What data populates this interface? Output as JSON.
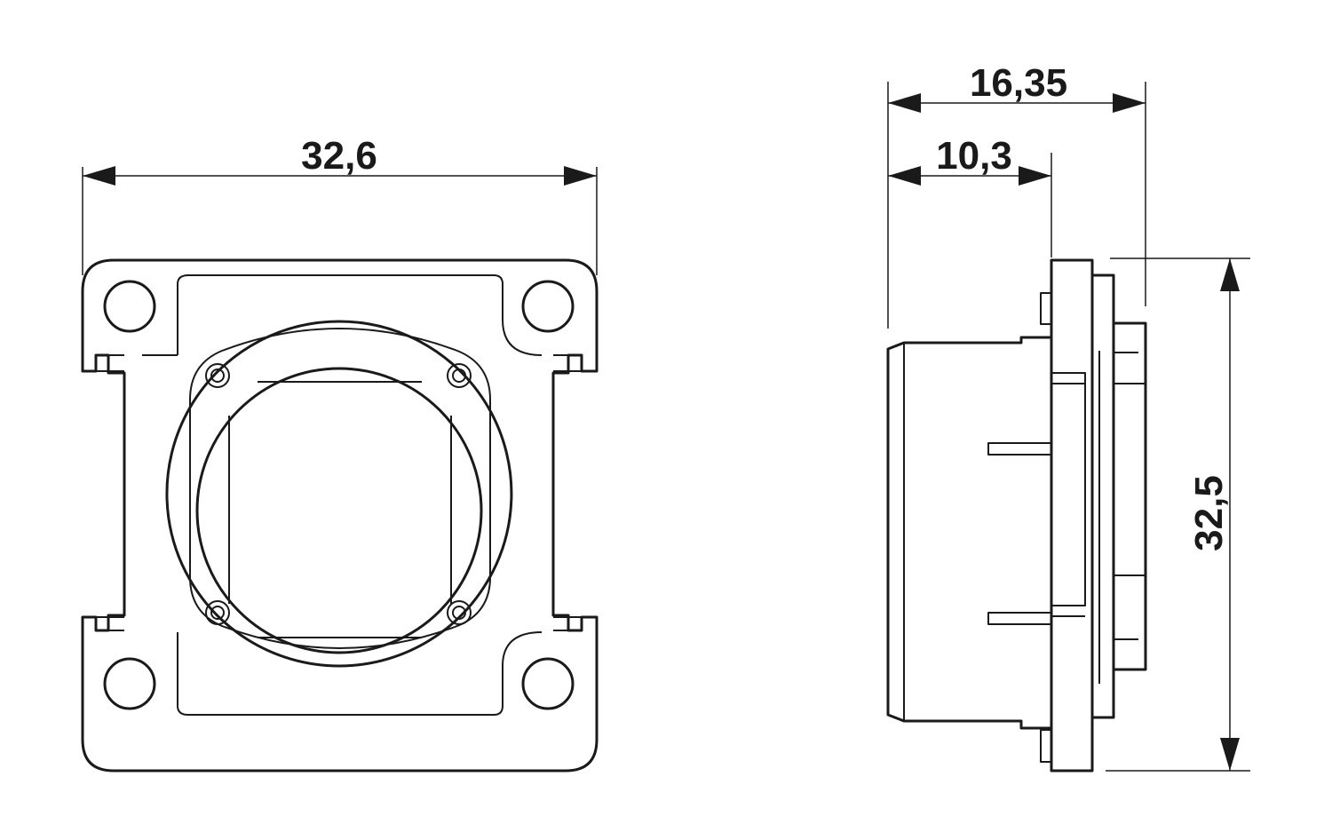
{
  "dimensions": {
    "front_width": "32,6",
    "side_depth_total": "16,35",
    "side_depth_body": "10,3",
    "side_height": "32,5"
  }
}
